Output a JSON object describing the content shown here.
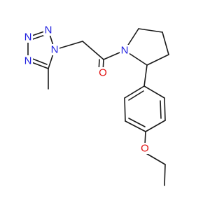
{
  "colors": {
    "bond": "#1a1a1a",
    "nitrogen": "#1f1fe0",
    "oxygen": "#e01010",
    "carbon": "#1a1a1a"
  },
  "atoms": {
    "tetrazole_n1": "N",
    "tetrazole_n2": "N",
    "tetrazole_n3": "N",
    "tetrazole_n4": "N",
    "pyrrolidine_n": "N",
    "carbonyl_o": "O",
    "ether_o": "O"
  }
}
